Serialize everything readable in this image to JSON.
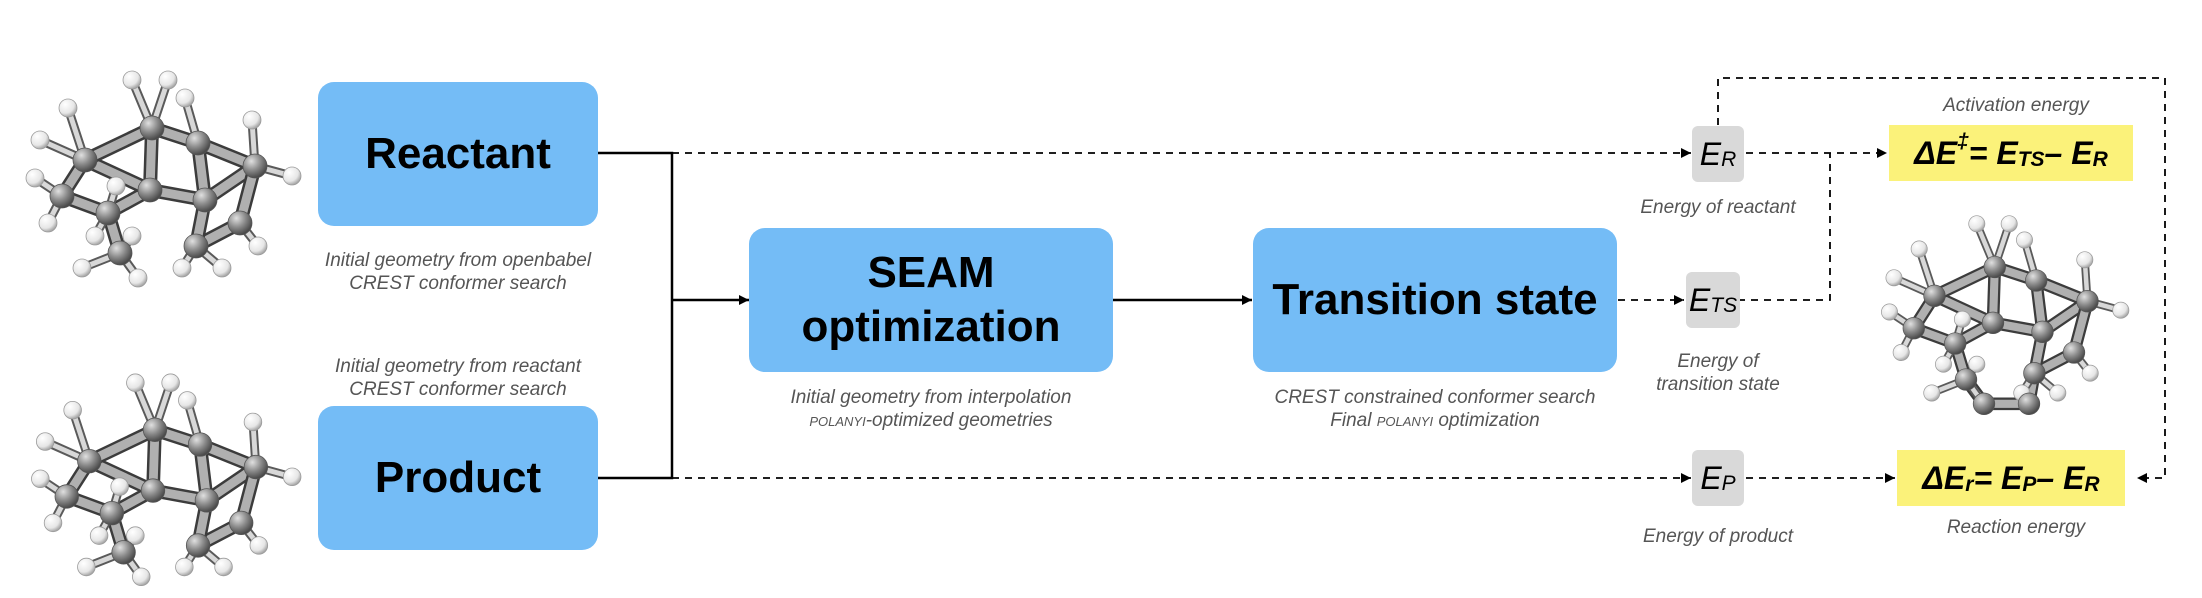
{
  "boxes": {
    "reactant": "Reactant",
    "product": "Product",
    "seam_line1": "SEAM",
    "seam_line2": "optimization",
    "ts": "Transition state"
  },
  "captions": {
    "reactant_1": "Initial geometry from openbabel",
    "reactant_2": "CREST conformer search",
    "product_1": "Initial geometry from reactant",
    "product_2": "CREST conformer search",
    "seam_1": "Initial geometry from interpolation",
    "seam_2_sc": "polanyi",
    "seam_2_rest": "-optimized geometries",
    "ts_1": "CREST constrained conformer search",
    "ts_2_pre": "Final ",
    "ts_2_sc": "polanyi",
    "ts_2_post": " optimization",
    "er": "Energy of reactant",
    "ets_1": "Energy of",
    "ets_2": "transition state",
    "ep": "Energy of product",
    "activation": "Activation energy",
    "reaction": "Reaction energy"
  },
  "energies": {
    "e": "E",
    "r": "R",
    "ts": "TS",
    "p": "P"
  },
  "formulas": {
    "activation": {
      "delta": "ΔE",
      "sup": "‡",
      "eq": " = E",
      "sub1": "TS",
      "minus": " – E",
      "sub2": "R"
    },
    "reaction": {
      "delta": "ΔE",
      "sub0": "r",
      "eq": " = E",
      "sub1": "P",
      "minus": " – E",
      "sub2": "R"
    }
  },
  "colors": {
    "box_blue": "#74bcf6",
    "energy_gray": "#d9d9d9",
    "highlight_yellow": "#fbf27a",
    "atom_carbon": "#8a8a8a",
    "atom_hydrogen": "#f2f2f2"
  },
  "icons": [
    "reactant-molecule-icon",
    "product-molecule-icon",
    "transition-state-molecule-icon"
  ]
}
